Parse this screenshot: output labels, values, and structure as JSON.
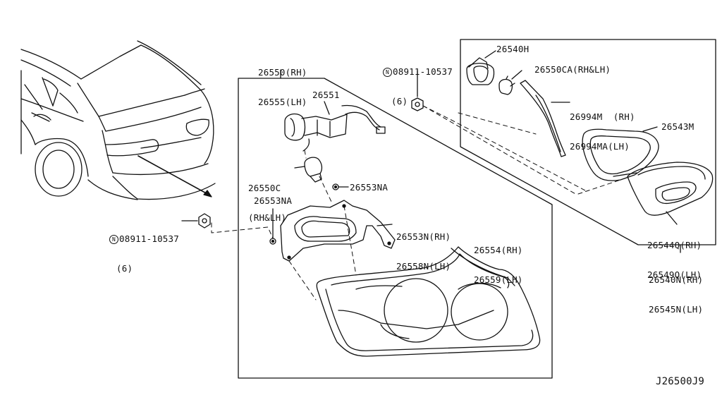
{
  "labels": {
    "housing_part": "26550(RH)",
    "housing_part_lh": "26555(LH)",
    "harness_part": "26551",
    "bulb_part": "26550C",
    "bulb_part_note": "(RH&LH)",
    "grommet_part_upper": "26553NA",
    "grommet_part_lower": "26553NA",
    "gasket_part_rh": "26553N(RH)",
    "gasket_part_lh": "26558N(LH)",
    "lens_part_rh": "26554(RH)",
    "lens_part_lh": "26559(LH)",
    "nut_part_left": "08911-10537",
    "nut_qty_left": "(6)",
    "nut_part_top": "08911-10537",
    "nut_qty_top": "(6)",
    "n_symbol": "N",
    "socket_part": "26540H",
    "inside_bulb_part": "26550CA(RH&LH)",
    "seal_part_rh": "26994M  (RH)",
    "seal_part_lh": "26994MA(LH)",
    "inside_gasket_part": "26543M",
    "inside_lens_rh": "26544Q(RH)",
    "inside_lens_lh": "26549Q(LH)",
    "inside_lamp_rh": "26540N(RH)",
    "inside_lamp_lh": "26545N(LH)",
    "diagram_code": "J26500J9"
  }
}
